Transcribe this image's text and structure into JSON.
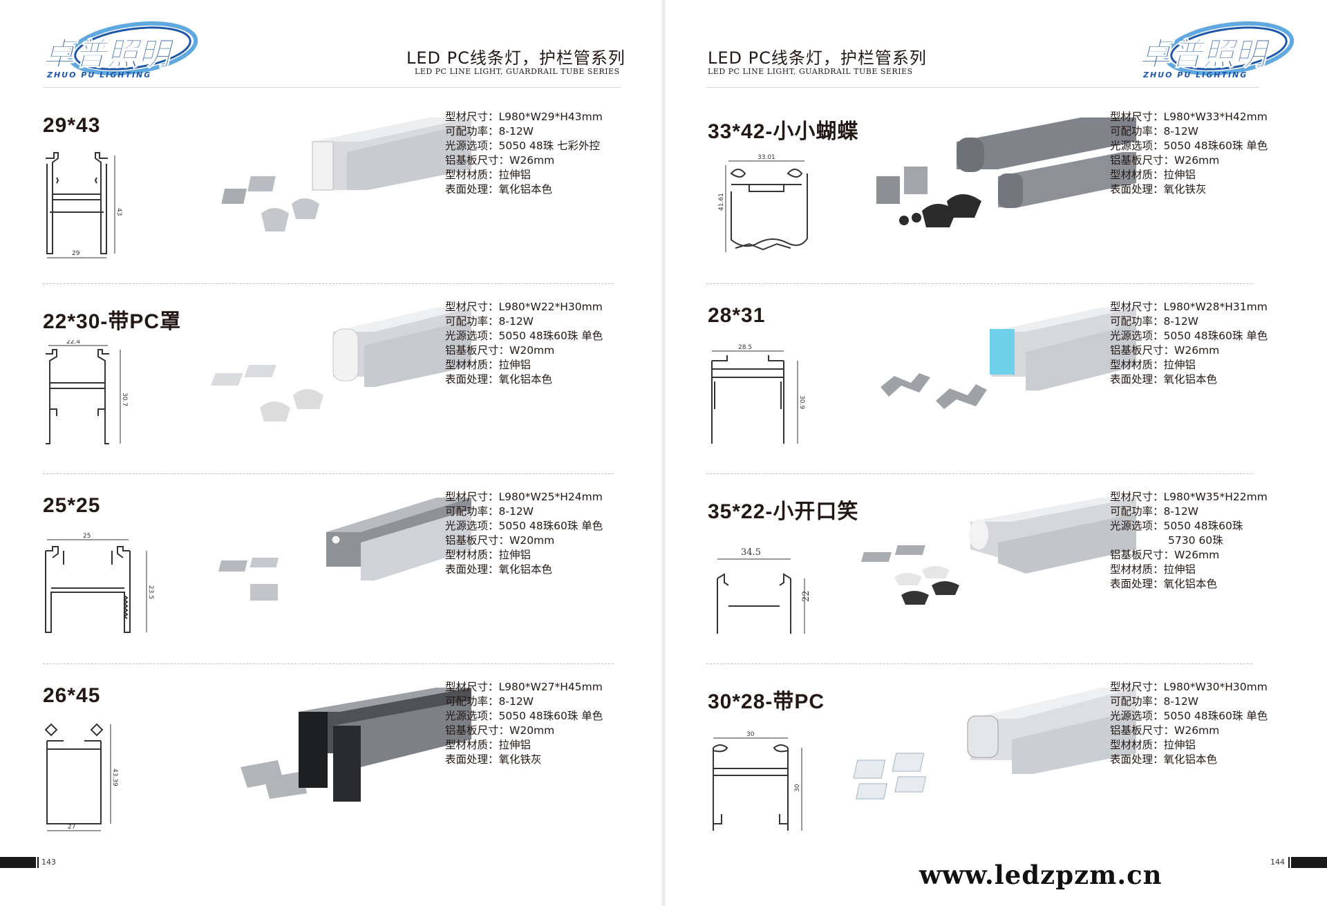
{
  "brand": {
    "name_cn": "卓普照明",
    "name_en": "ZHUO PU LIGHTING",
    "primary_color": "#1f57a8",
    "accent_color": "#5fa8e0"
  },
  "header": {
    "title": "LED PC线条灯，护栏管系列",
    "subtitle": "LED PC LINE LIGHT, GUARDRAIL TUBE SERIES"
  },
  "left_page": {
    "page_number": "143",
    "products": [
      {
        "name": "29*43",
        "dims": {
          "width": "29",
          "height": "43"
        },
        "specs": [
          "型材尺寸：L980*W29*H43mm",
          "可配功率：8-12W",
          "光源选项：5050 48珠 七彩外控",
          "铝基板尺寸：W26mm",
          "型材材质：拉伸铝",
          "表面处理：氧化铝本色"
        ]
      },
      {
        "name": "22*30-带PC罩",
        "dims": {
          "width": "22.4",
          "height": "30.7"
        },
        "specs": [
          "型材尺寸：L980*W22*H30mm",
          "可配功率：8-12W",
          "光源选项：5050 48珠60珠 单色",
          "铝基板尺寸：W20mm",
          "型材材质：拉伸铝",
          "表面处理：氧化铝本色"
        ]
      },
      {
        "name": "25*25",
        "dims": {
          "width": "25",
          "height": "23.5"
        },
        "specs": [
          "型材尺寸：L980*W25*H24mm",
          "可配功率：8-12W",
          "光源选项：5050 48珠60珠 单色",
          "铝基板尺寸：W20mm",
          "型材材质：拉伸铝",
          "表面处理：氧化铝本色"
        ]
      },
      {
        "name": "26*45",
        "dims": {
          "width": "27",
          "height": "43.39"
        },
        "specs": [
          "型材尺寸：L980*W27*H45mm",
          "可配功率：8-12W",
          "光源选项：5050 48珠60珠 单色",
          "铝基板尺寸：W20mm",
          "型材材质：拉伸铝",
          "表面处理：氧化铁灰"
        ]
      }
    ]
  },
  "right_page": {
    "page_number": "144",
    "products": [
      {
        "name": "33*42-小小蝴蝶",
        "dims": {
          "width": "33.01",
          "height": "41.61"
        },
        "specs": [
          "型材尺寸：L980*W33*H42mm",
          "可配功率：8-12W",
          "光源选项：5050 48珠60珠 单色",
          "铝基板尺寸：W26mm",
          "型材材质：拉伸铝",
          "表面处理：氧化铁灰"
        ]
      },
      {
        "name": "28*31",
        "dims": {
          "width": "28.5",
          "height": "30.9"
        },
        "specs": [
          "型材尺寸：L980*W28*H31mm",
          "可配功率：8-12W",
          "光源选项：5050 48珠60珠 单色",
          "铝基板尺寸：W26mm",
          "型材材质：拉伸铝",
          "表面处理：氧化铝本色"
        ]
      },
      {
        "name": "35*22-小开口笑",
        "dims": {
          "width": "34.5",
          "height": "22"
        },
        "specs": [
          "型材尺寸：L980*W35*H22mm",
          "可配功率：8-12W",
          "光源选项：5050 48珠60珠",
          "5730 60珠",
          "铝基板尺寸：W26mm",
          "型材材质：拉伸铝",
          "表面处理：氧化铝本色"
        ]
      },
      {
        "name": "30*28-带PC",
        "dims": {
          "width": "30",
          "height": "30"
        },
        "specs": [
          "型材尺寸：L980*W30*H30mm",
          "可配功率：8-12W",
          "光源选项：5050 48珠60珠 单色",
          "铝基板尺寸：W26mm",
          "型材材质：拉伸铝",
          "表面处理：氧化铝本色"
        ]
      }
    ]
  },
  "footer": {
    "website": "www.ledzpzm.cn"
  }
}
